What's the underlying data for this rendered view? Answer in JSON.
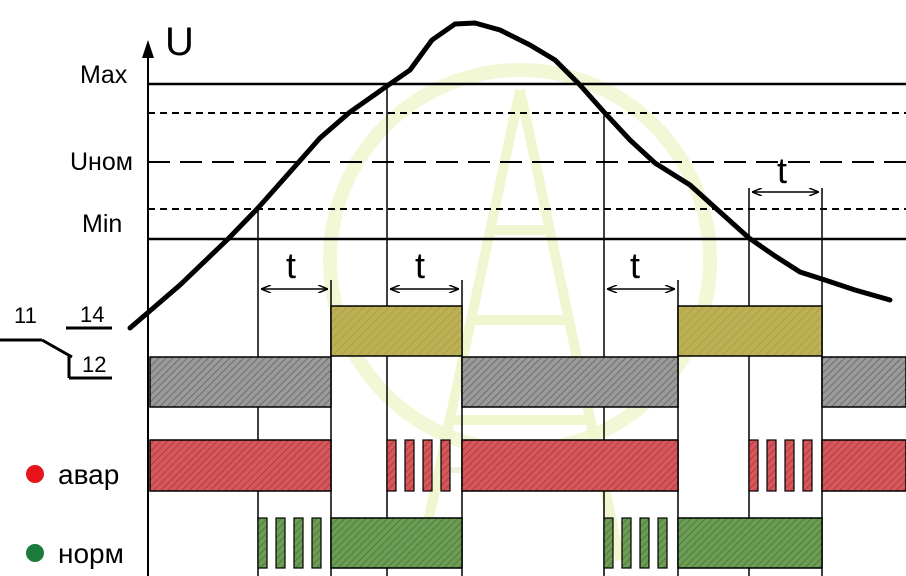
{
  "axis": {
    "label": "U"
  },
  "levels": {
    "max": "Max",
    "unom": "Uном",
    "min": "Min"
  },
  "delay_label": "t",
  "contacts": {
    "common": "11",
    "no": "14",
    "nc": "12"
  },
  "indicators": [
    {
      "label": "авар",
      "color": "#e8141b"
    },
    {
      "label": "норм",
      "color": "#1b7a3c"
    }
  ],
  "colors": {
    "relay_on": "#b5a84a",
    "relay_off": "#8a8a8a",
    "alarm_bar": "#c8454a",
    "normal_bar": "#5e8f47",
    "watermark": "#e6f0b0"
  }
}
